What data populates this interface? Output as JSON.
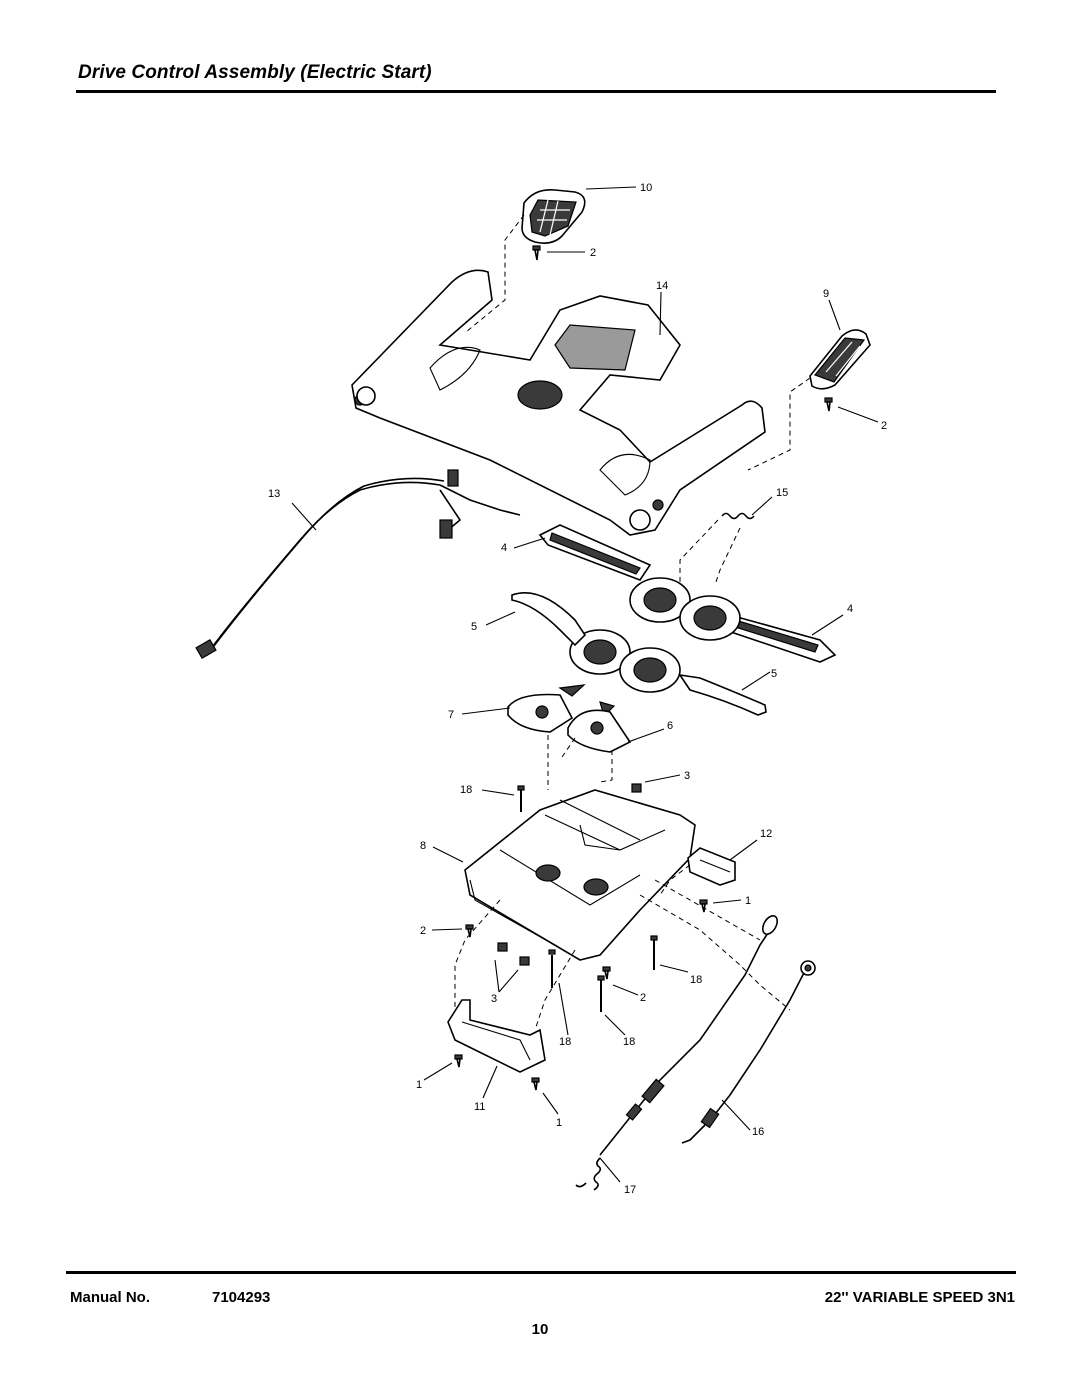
{
  "page": {
    "title": "Drive Control Assembly (Electric Start)",
    "footer_label": "Manual No.",
    "manual_number": "7104293",
    "model": "22'' VARIABLE SPEED 3N1",
    "page_number": "10"
  },
  "diagram": {
    "callouts": [
      {
        "id": "c10a",
        "label": "10"
      },
      {
        "id": "c2a",
        "label": "2"
      },
      {
        "id": "c14",
        "label": "14"
      },
      {
        "id": "c9",
        "label": "9"
      },
      {
        "id": "c2b",
        "label": "2"
      },
      {
        "id": "c13",
        "label": "13"
      },
      {
        "id": "c15",
        "label": "15"
      },
      {
        "id": "c4a",
        "label": "4"
      },
      {
        "id": "c5a",
        "label": "5"
      },
      {
        "id": "c4b",
        "label": "4"
      },
      {
        "id": "c5b",
        "label": "5"
      },
      {
        "id": "c7",
        "label": "7"
      },
      {
        "id": "c6",
        "label": "6"
      },
      {
        "id": "c18a",
        "label": "18"
      },
      {
        "id": "c3a",
        "label": "3"
      },
      {
        "id": "c12",
        "label": "12"
      },
      {
        "id": "c8",
        "label": "8"
      },
      {
        "id": "c1a",
        "label": "1"
      },
      {
        "id": "c2c",
        "label": "2"
      },
      {
        "id": "c18b",
        "label": "18"
      },
      {
        "id": "c2d",
        "label": "2"
      },
      {
        "id": "c3b",
        "label": "3"
      },
      {
        "id": "c18c",
        "label": "18"
      },
      {
        "id": "c18d",
        "label": "18"
      },
      {
        "id": "c1b",
        "label": "1"
      },
      {
        "id": "c11",
        "label": "11"
      },
      {
        "id": "c1c",
        "label": "1"
      },
      {
        "id": "c16",
        "label": "16"
      },
      {
        "id": "c17",
        "label": "17"
      }
    ]
  }
}
